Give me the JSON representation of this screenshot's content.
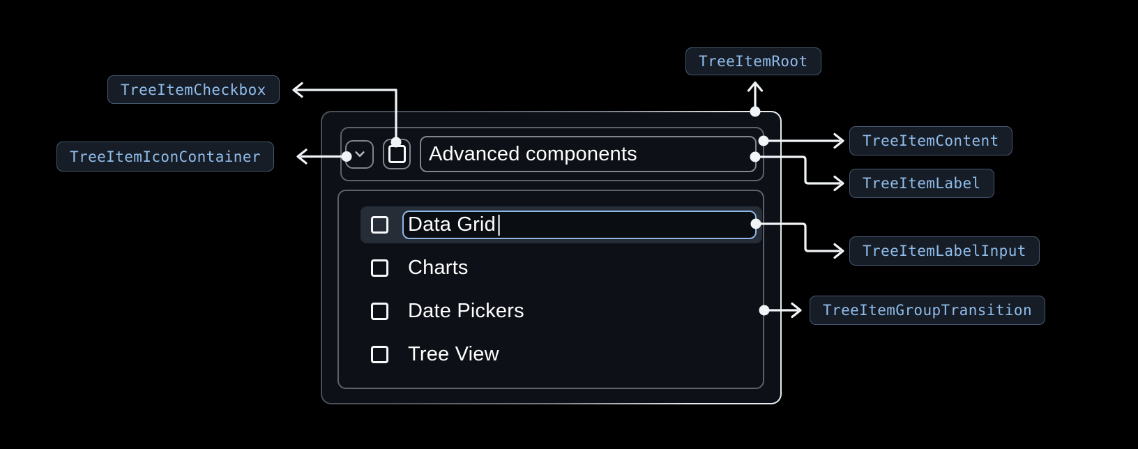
{
  "badges": {
    "checkbox": "TreeItemCheckbox",
    "icon_container": "TreeItemIconContainer",
    "root": "TreeItemRoot",
    "content": "TreeItemContent",
    "label": "TreeItemLabel",
    "label_input": "TreeItemLabelInput",
    "group_transition": "TreeItemGroupTransition"
  },
  "tree": {
    "parent_label": "Advanced components",
    "edit_value": "Data Grid",
    "children": [
      "Charts",
      "Date Pickers",
      "Tree View"
    ]
  },
  "colors": {
    "background": "#000000",
    "panel_background": "#0d1016",
    "panel_border_gray": "#5c636b",
    "control_border": "#7e858d",
    "input_focus_border": "#8fb8e8",
    "row_highlight": "#262d37",
    "badge_background": "#171d27",
    "badge_border": "#475870",
    "badge_text": "#90bdeb",
    "arrow": "#f2f5f8",
    "text": "#ffffff"
  }
}
